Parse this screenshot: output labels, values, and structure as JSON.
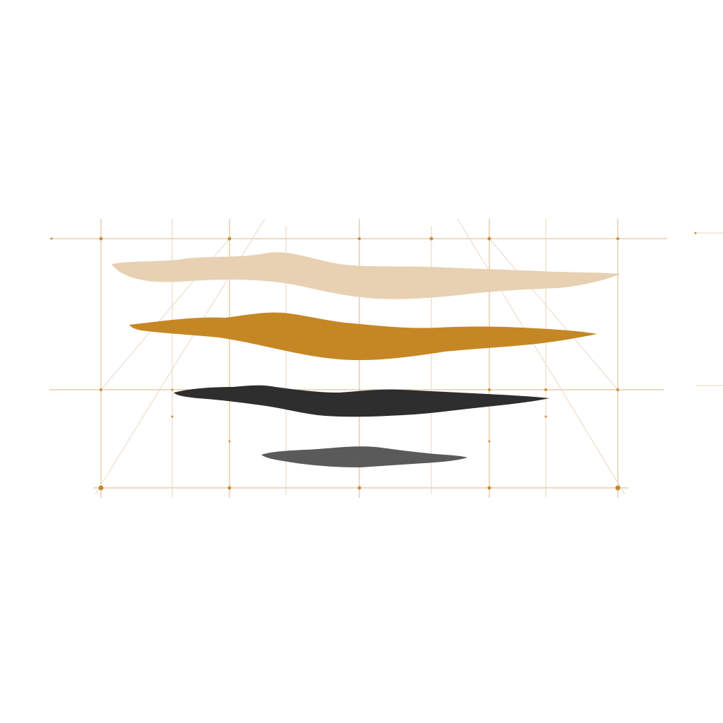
{
  "artwork": {
    "palette": {
      "background": "#ffffff",
      "grid_line": "#d9b48a",
      "grid_dot": "#c98f3a",
      "stroke_1": "#ecd5b6",
      "stroke_2": "#c98a25",
      "stroke_3": "#303030",
      "stroke_4": "#5c5c5c"
    },
    "elements": [
      "construction-grid",
      "beige-brush-stroke",
      "ochre-brush-stroke",
      "charcoal-brush-stroke",
      "gray-brush-stroke"
    ]
  }
}
